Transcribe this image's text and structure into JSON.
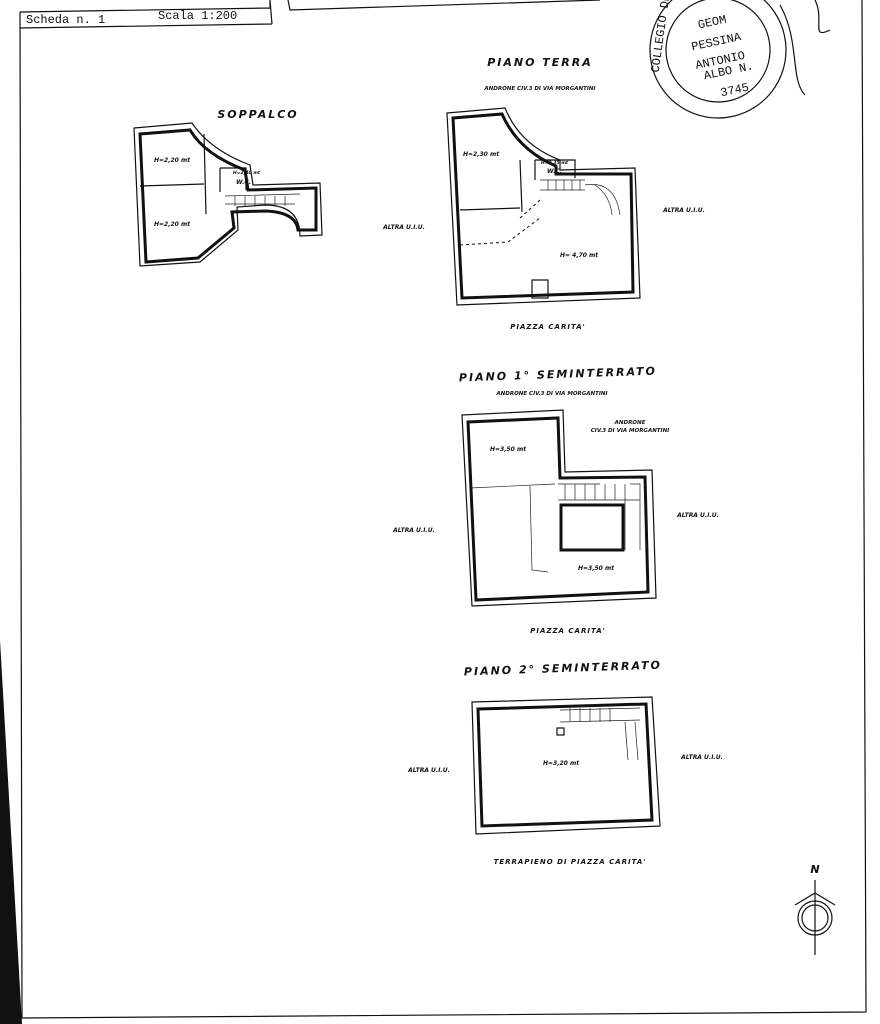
{
  "header": {
    "sheet": "Scheda n. 1",
    "scale": "Scala 1:200"
  },
  "stamp": {
    "text": "COLLEGIO DEI GEOMETRI DI NAPOLI",
    "title": "GEOM",
    "name1": "PESSINA",
    "name2": "ANTONIO",
    "reg_label": "ALBO N.",
    "reg_number": "3745"
  },
  "plans": {
    "soppalco": {
      "title": "SOPPALCO",
      "rooms": [
        "H=2,20 mt",
        "H=2,20 mt",
        "H=2,40 mt"
      ],
      "wc": "W.C."
    },
    "piano_terra": {
      "title": "PIANO TERRA",
      "subtitle": "ANDRONE CIV.3 DI VIA MORGANTINI",
      "rooms": [
        "H=2,30 mt",
        "H=2,35 mt",
        "H= 4,70 mt"
      ],
      "wc": "W.C.",
      "left": "ALTRA U.I.U.",
      "right": "ALTRA U.I.U.",
      "bottom": "PIAZZA CARITA'"
    },
    "piano_1": {
      "title": "PIANO 1° SEMINTERRATO",
      "subtitle": "ANDRONE CIV.3 DI VIA MORGANTINI",
      "side_note_1": "ANDRONE",
      "side_note_2": "CIV.3 DI VIA MORGANTINI",
      "rooms": [
        "H=3,50 mt",
        "H=3,50 mt"
      ],
      "left": "ALTRA U.I.U.",
      "right": "ALTRA U.I.U.",
      "bottom": "PIAZZA CARITA'"
    },
    "piano_2": {
      "title": "PIANO 2° SEMINTERRATO",
      "rooms": [
        "H=3,20 mt"
      ],
      "left": "ALTRA U.I.U.",
      "right": "ALTRA U.I.U.",
      "bottom": "TERRAPIENO DI PIAZZA CARITA'"
    }
  },
  "north": {
    "label": "N"
  }
}
